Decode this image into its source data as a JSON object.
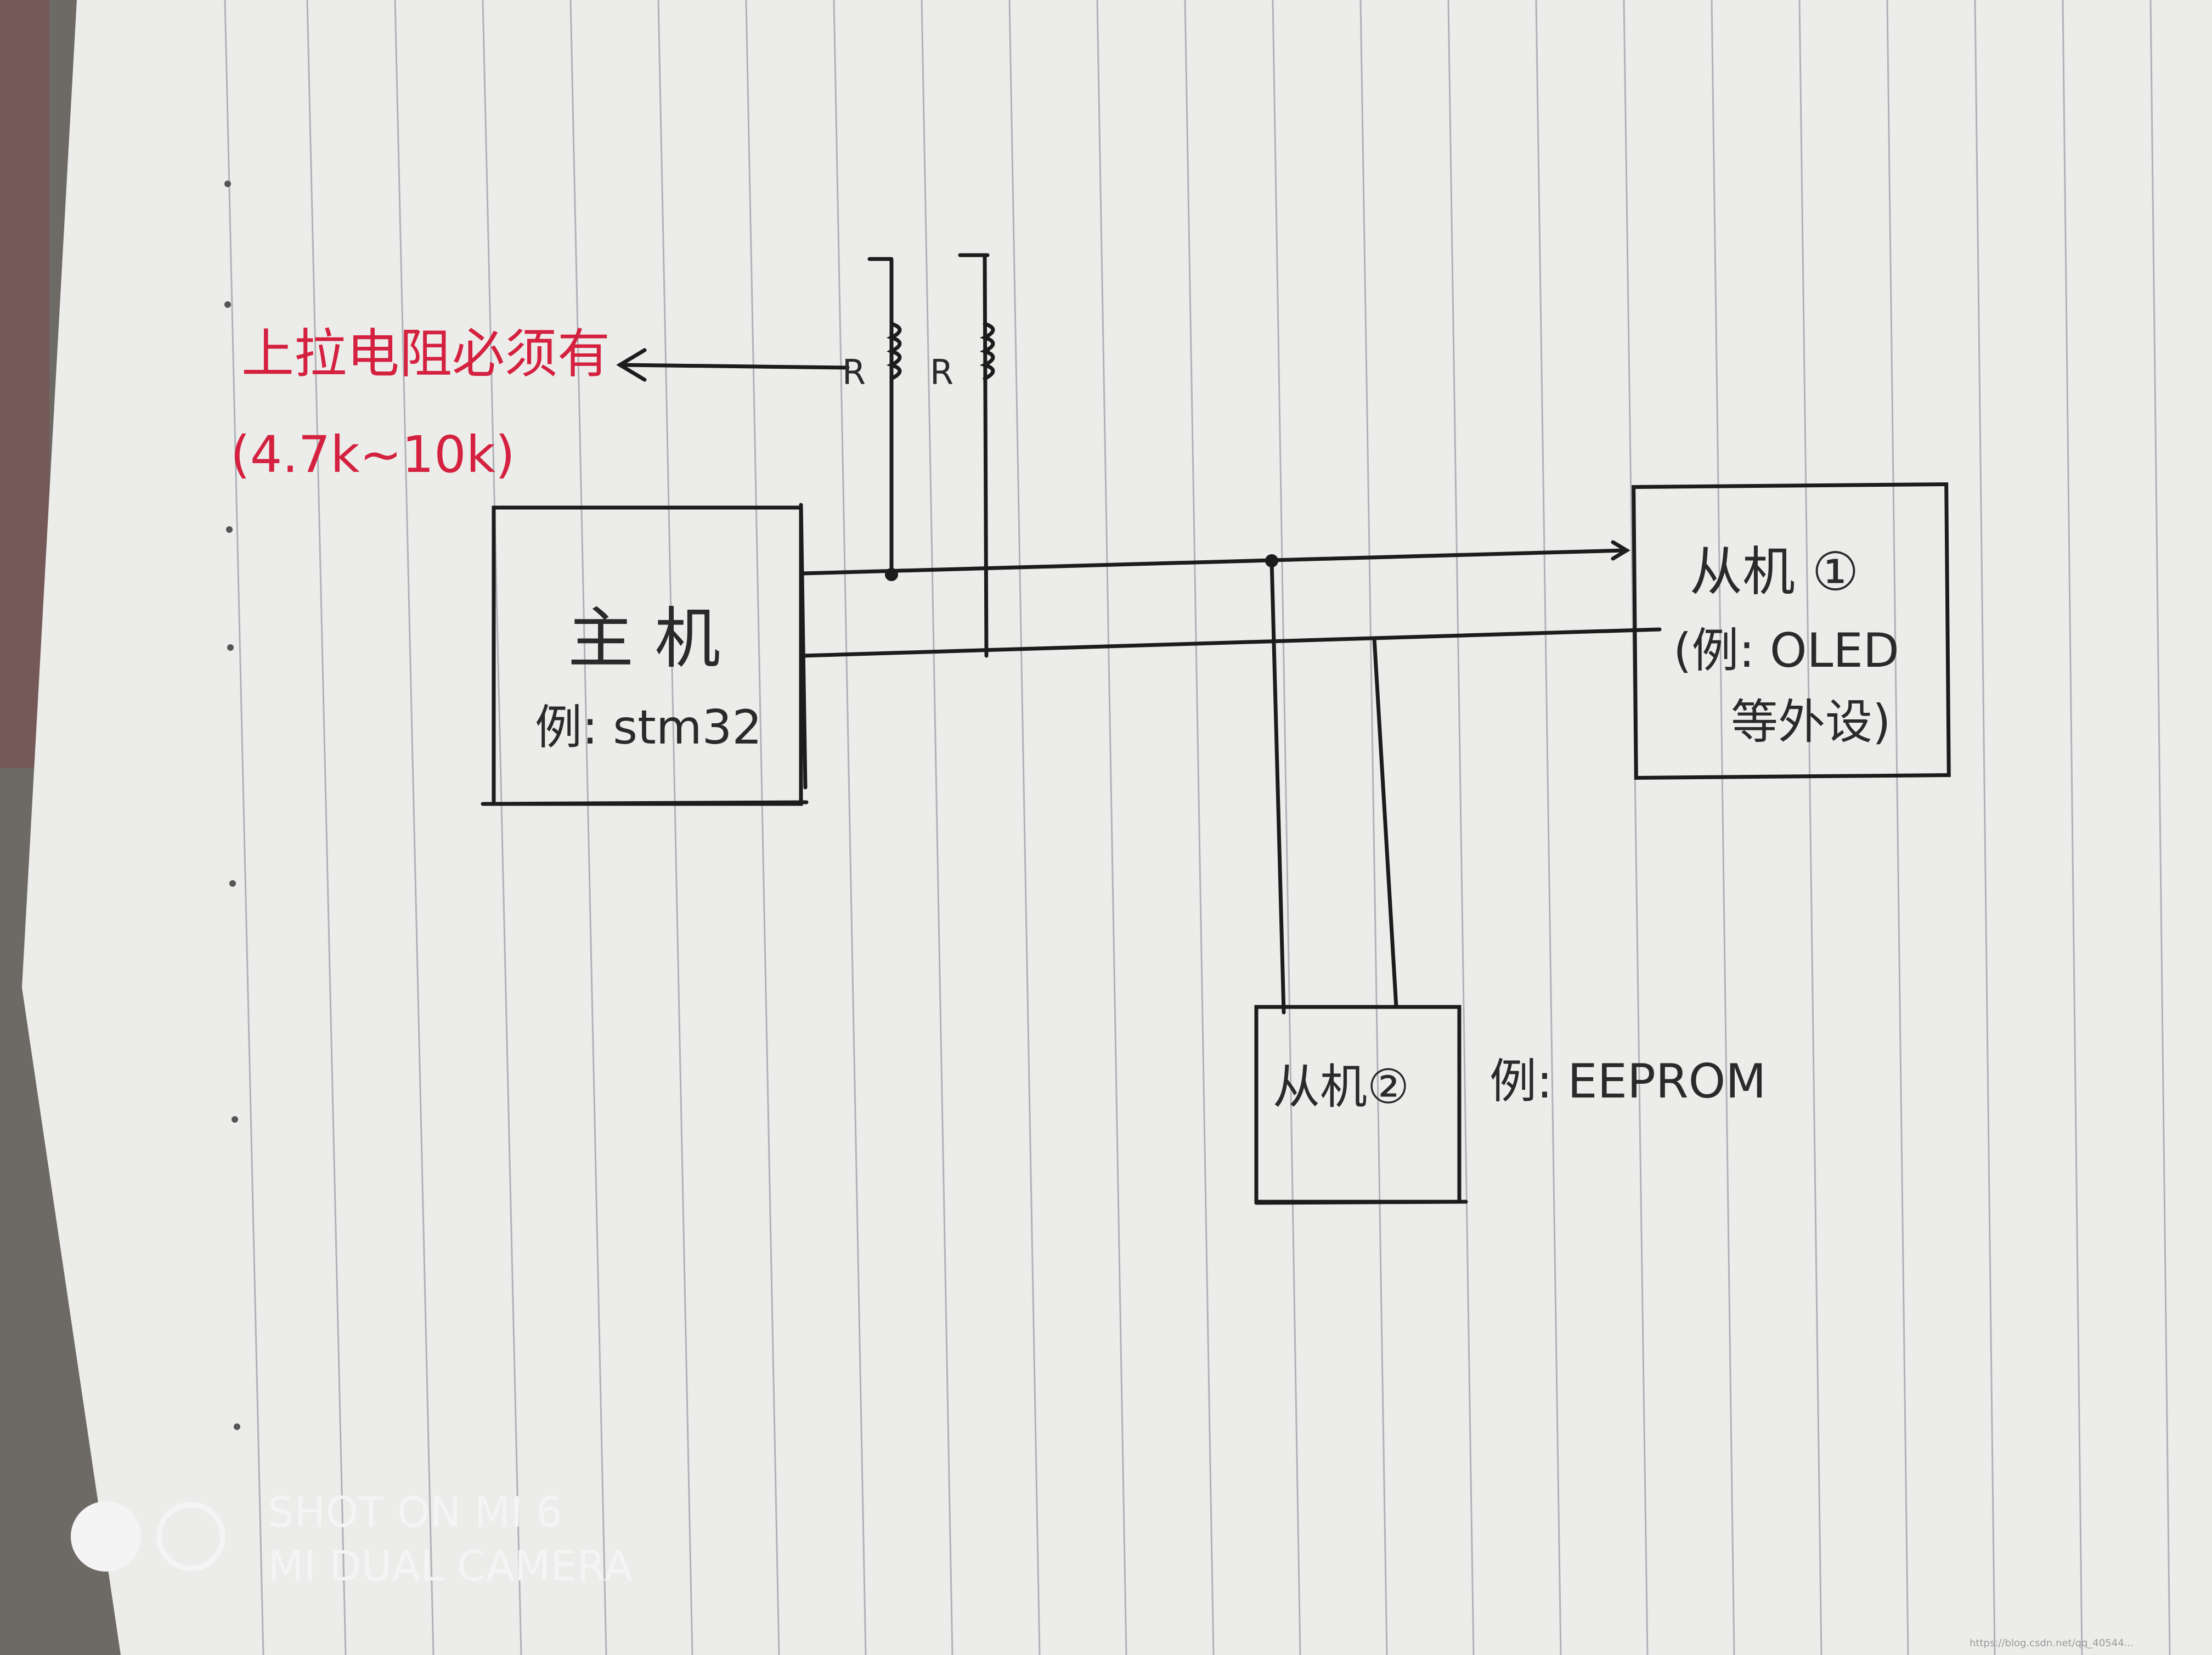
{
  "diagram": {
    "master": {
      "title": "主 机",
      "example": "例: stm32"
    },
    "pullup": {
      "note": "上拉电阻必须有",
      "range": "(4.7k~10k)",
      "resistor_label_1": "R",
      "resistor_label_2": "R"
    },
    "slave1": {
      "title": "从机 ①",
      "example": "(例: OLED",
      "example2": "等外设)"
    },
    "slave2": {
      "title": "从机②",
      "example": "例: EEPROM"
    }
  },
  "watermark": {
    "line1": "SHOT ON MI 6",
    "line2": "MI DUAL CAMERA",
    "source_url": "https://blog.csdn.net/qq_40544..."
  },
  "colors": {
    "paper": "#ececea",
    "ink": "#1c1c1c",
    "red_ink": "#d4213f",
    "rule_line": "#9aa0a8",
    "background": "#6d6a66"
  }
}
